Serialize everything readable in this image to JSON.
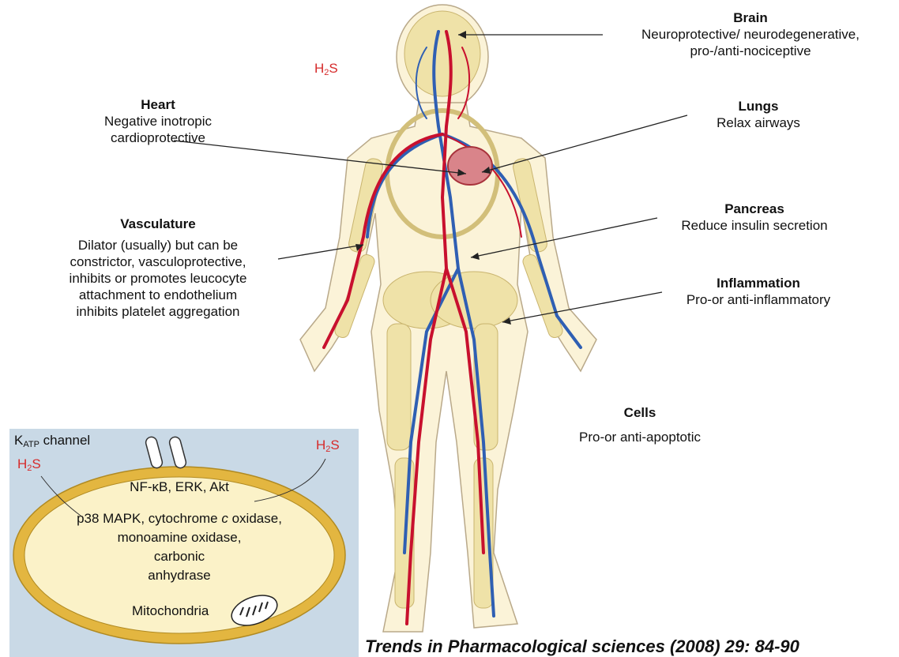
{
  "h2s_label": "H2S",
  "organs": {
    "brain": {
      "title": "Brain",
      "line1": "Neuroprotective/ neurodegenerative,",
      "line2": "pro-/anti-nociceptive"
    },
    "heart": {
      "title": "Heart",
      "line1": "Negative inotropic",
      "line2": "cardioprotective"
    },
    "lungs": {
      "title": "Lungs",
      "line1": "Relax airways"
    },
    "vasculature": {
      "title": "Vasculature",
      "line1": "Dilator (usually) but can be",
      "line2": "constrictor, vasculoprotective,",
      "line3": "inhibits or promotes leucocyte",
      "line4": "attachment to endothelium",
      "line5": "inhibits platelet aggregation"
    },
    "pancreas": {
      "title": "Pancreas",
      "line1": "Reduce insulin secretion"
    },
    "inflammation": {
      "title": "Inflammation",
      "line1": "Pro-or anti-inflammatory"
    },
    "cells": {
      "title": "Cells",
      "line1": "Pro-or anti-apoptotic"
    }
  },
  "cell_inset": {
    "katp_label": "K",
    "katp_sub": "ATP",
    "katp_suffix": " channel",
    "h2s_left": "H2S",
    "h2s_right": "H2S",
    "line1": "NF-κB, ERK, Akt",
    "line2a": "p38 MAPK, cytochrome ",
    "line2b": "c",
    "line2c": " oxidase,",
    "line3": "monoamine oxidase,",
    "line4": "carbonic",
    "line5": "anhydrase",
    "mito": "Mitochondria"
  },
  "citation": "Trends in Pharmacological sciences (2008) 29: 84-90",
  "colors": {
    "artery": "#c8102e",
    "vein": "#2f5fb3",
    "bone": "#efe2a8",
    "skin": "#fbf3d8",
    "inset_bg": "#c9d9e6",
    "membrane": "#e3b640",
    "h2s": "#d62b2b"
  }
}
